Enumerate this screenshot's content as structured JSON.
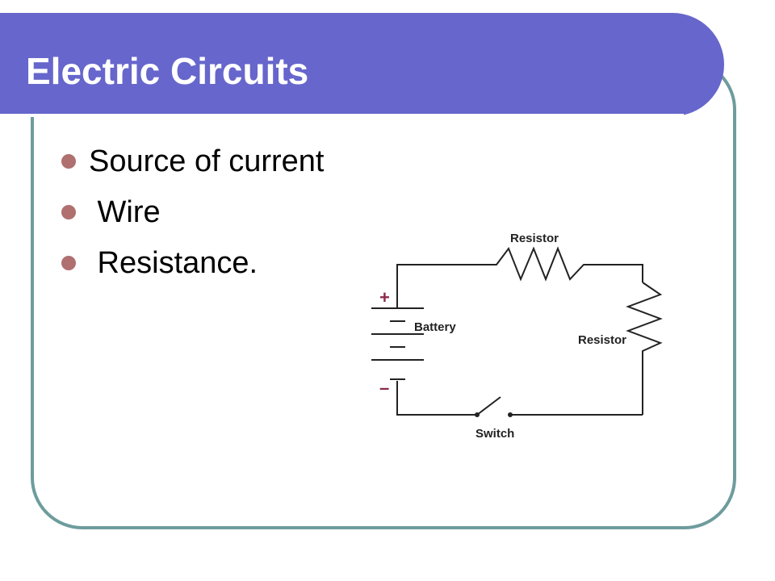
{
  "slide": {
    "title": "Electric Circuits",
    "accent_color": "#6666cc",
    "frame_color": "#6e9c9c",
    "bullet_color": "#b07070"
  },
  "bullets": [
    {
      "text": "Source of current"
    },
    {
      "text": " Wire"
    },
    {
      "text": " Resistance."
    }
  ],
  "diagram": {
    "labels": {
      "resistor_top": "Resistor",
      "resistor_right": "Resistor",
      "battery": "Battery",
      "switch": "Switch",
      "plus": "+",
      "minus": "–"
    }
  }
}
